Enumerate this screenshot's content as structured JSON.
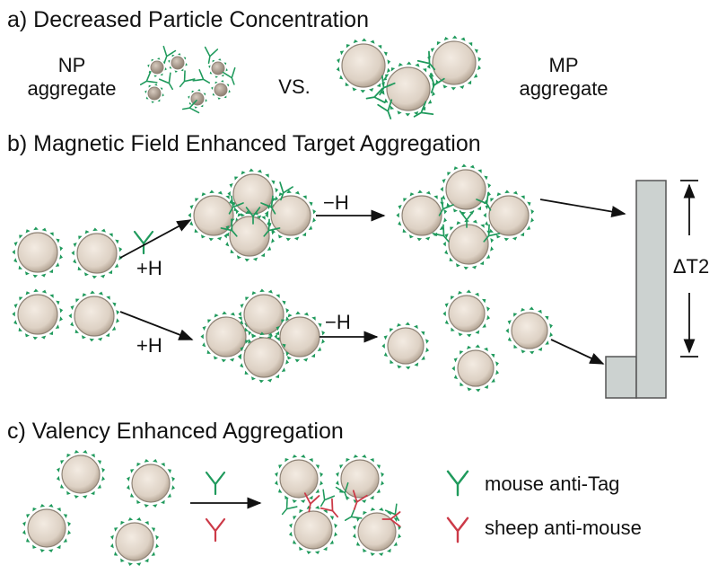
{
  "colors": {
    "particle_center": "#f3ebe2",
    "particle_edge": "#b7a898",
    "particle_stroke": "#8f8376",
    "nanoparticle": "#a8998b",
    "tag_antibody": "#1f9a5c",
    "anti_mouse_antibody": "#cc3a48",
    "bar_fill": "#ccd2d0",
    "bar_stroke": "#555555",
    "arrow": "#111111"
  },
  "panel_a": {
    "title": "a) Decreased Particle Concentration",
    "np_label_1": "NP",
    "np_label_2": "aggregate",
    "versus": "VS.",
    "mp_label_1": "MP",
    "mp_label_2": "aggregate"
  },
  "panel_b": {
    "title": "b) Magnetic Field Enhanced Target Aggregation",
    "field_on_top": "+H",
    "field_off_top": "−H",
    "field_on_bottom": "+H",
    "field_off_bottom": "−H",
    "delta_label": "ΔT2"
  },
  "panel_c": {
    "title": "c) Valency Enhanced Aggregation",
    "legend_tag": "mouse anti-Tag",
    "legend_sheep": "sheep anti-mouse"
  }
}
